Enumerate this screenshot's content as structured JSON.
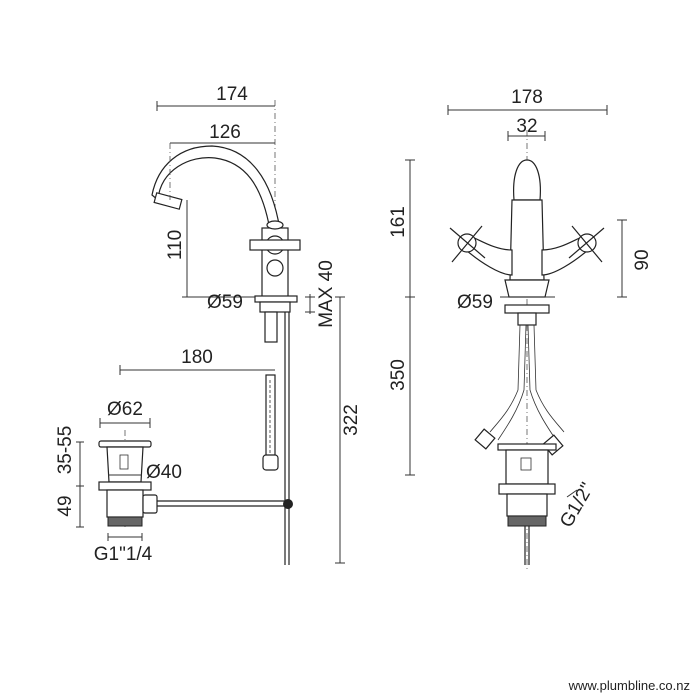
{
  "side_view": {
    "overall_width": "174",
    "spout_reach": "126",
    "spout_height": "110",
    "base_diameter": "Ø59",
    "max_deck": "MAX 40",
    "rod_length": "180",
    "tail_length": "322"
  },
  "waste": {
    "flange_diameter": "Ø62",
    "adjust_range": "35-55",
    "body_diameter": "Ø40",
    "body_height": "49",
    "thread": "G1\"1/4"
  },
  "front_view": {
    "overall_width": "178",
    "spout_width": "32",
    "body_height": "161",
    "handle_height": "90",
    "base_diameter": "Ø59",
    "tail_length": "350",
    "thread": "G1/2\""
  },
  "footer": {
    "website": "www.plumbline.co.nz"
  }
}
